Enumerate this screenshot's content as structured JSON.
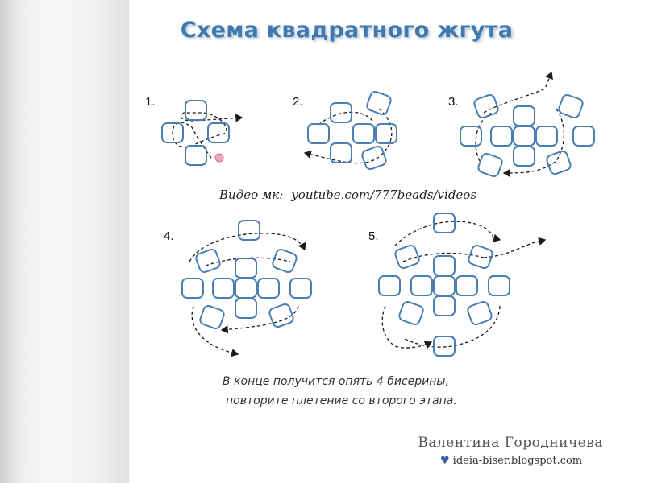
{
  "title": "Схема квадратного жгута",
  "steps": [
    {
      "label": "1."
    },
    {
      "label": "2."
    },
    {
      "label": "3."
    },
    {
      "label": "4."
    },
    {
      "label": "5."
    }
  ],
  "video": {
    "label": "Видео мк:",
    "url": "youtube.com/777beads/videos"
  },
  "note": {
    "line1": "В конце получится опять 4 бисерины,",
    "line2": "повторите плетение со второго этапа."
  },
  "author": "Валентина Городничева",
  "blog": "ideia-biser.blogspot.com",
  "colors": {
    "bead_stroke": "#4a7fb3",
    "title": "#3f79ad",
    "thread": "#1a1a1a"
  }
}
